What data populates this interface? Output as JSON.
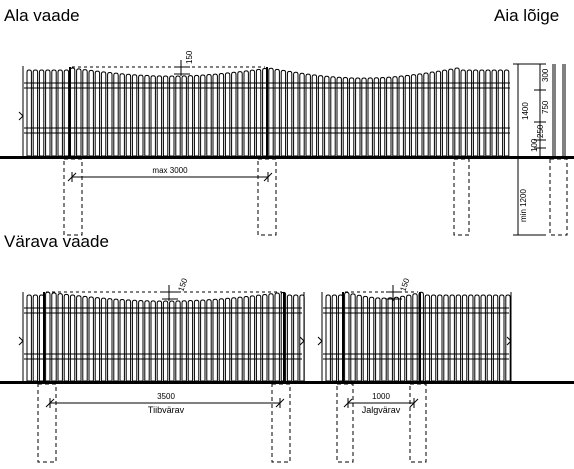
{
  "titles": {
    "fence_view": "Ala vaade",
    "fence_section": "Aia lõige",
    "gate_view": "Värava vaade"
  },
  "dimensions": {
    "arc_height": "150",
    "post_spacing": "max 3000",
    "fence_height": "1400",
    "top_segment": "300",
    "middle_segment": "750",
    "lower_segment": "250",
    "ground_gap": "100",
    "post_depth": "min 1200",
    "gate_arc_height": "150",
    "wicket_arc_height": "150",
    "drive_gate_width": "3500",
    "wicket_width": "1000"
  },
  "labels": {
    "drive_gate": "Tiibvärav",
    "wicket_gate": "Jalgvärav"
  }
}
